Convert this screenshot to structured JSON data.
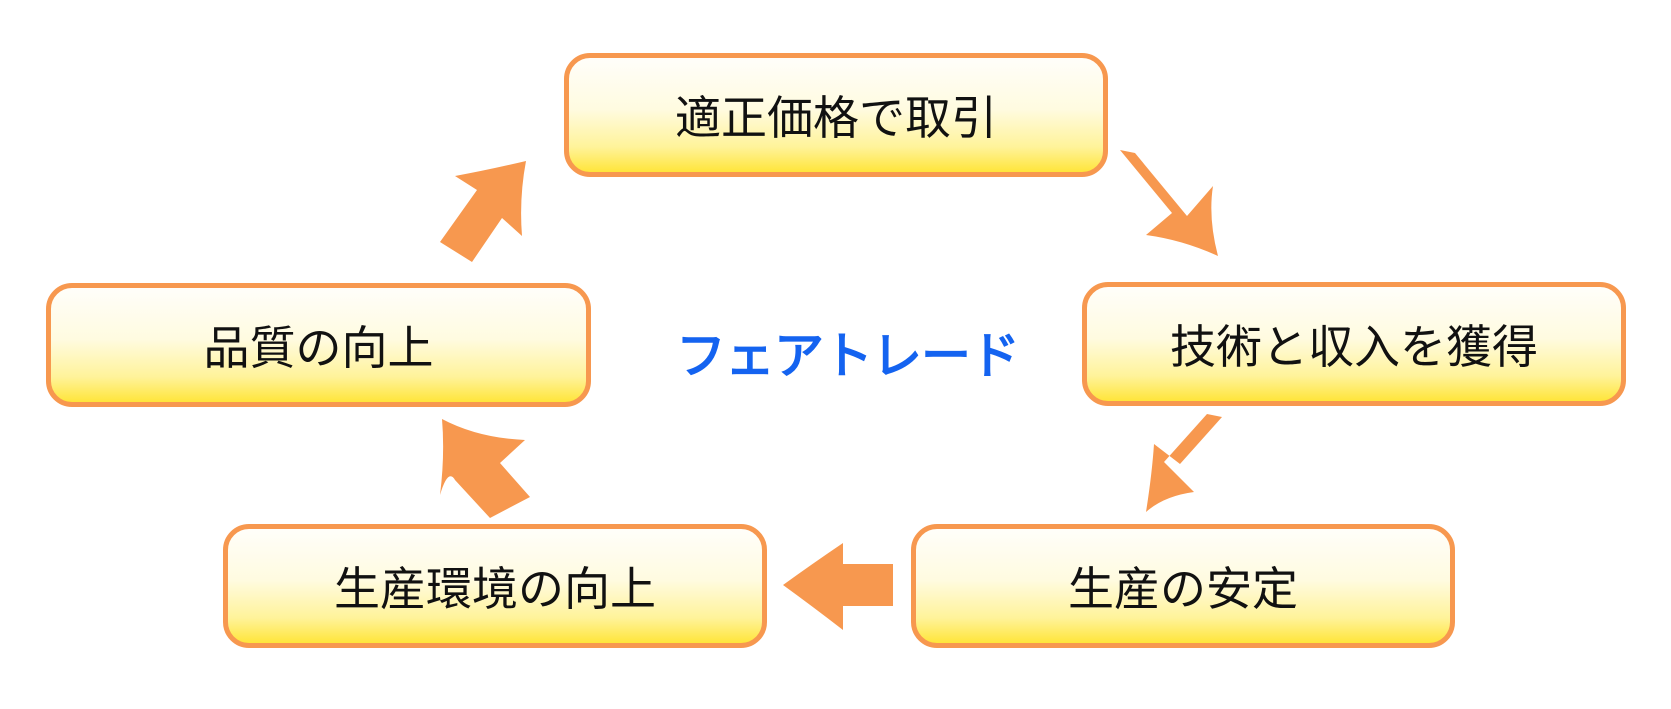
{
  "diagram": {
    "center_label": "フェアトレード",
    "nodes": {
      "fair_price": "適正価格で取引",
      "skills_income": "技術と収入を獲得",
      "stable_production": "生産の安定",
      "production_environment": "生産環境の向上",
      "quality_improvement": "品質の向上"
    },
    "colors": {
      "border": "#f7984f",
      "arrow": "#f7984f",
      "fill_top": "#fffefa",
      "fill_bottom": "#ffe53a",
      "center_text": "#1463f0"
    }
  }
}
